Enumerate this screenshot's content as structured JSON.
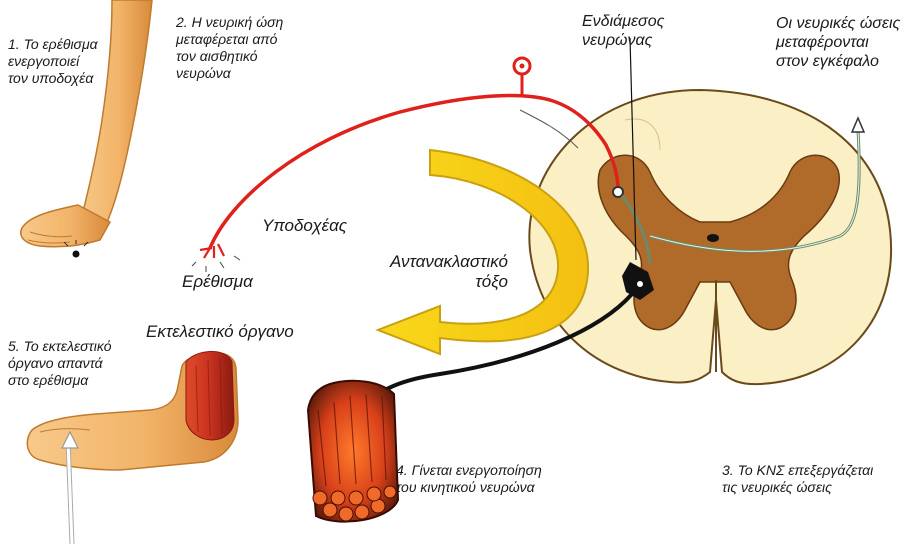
{
  "steps": {
    "step1": [
      "1. Το ερέθισμα",
      "ενεργοποιεί",
      "τον υποδοχέα"
    ],
    "step2": [
      "2. Η νευρική ώση",
      "μεταφέρεται από",
      "τον αισθητικό",
      "νευρώνα"
    ],
    "step3": [
      "3. Το ΚΝΣ επεξεργάζεται",
      "τις νευρικές ώσεις"
    ],
    "step4": [
      "4. Γίνεται ενεργοποίηση",
      "του κινητικού νευρώνα"
    ],
    "step5": [
      "5. Το εκτελεστικό",
      "όργανο απαντά",
      "στο ερέθισμα"
    ]
  },
  "labels": {
    "interneuron": [
      "Ενδιάμεσος",
      "νευρώνας"
    ],
    "to_brain": [
      "Οι νευρικές ώσεις",
      "μεταφέρονται",
      "στον εγκέφαλο"
    ],
    "receptor": "Υποδοχέας",
    "stimulus": "Ερέθισμα",
    "reflex_arc": [
      "Αντανακλαστικό",
      "τόξο"
    ],
    "effector": "Εκτελεστικό όργανο"
  },
  "colors": {
    "sensory_neuron": "#e0201a",
    "motor_neuron": "#1a1a1a",
    "interneuron": "#6b8a6b",
    "reflex_arrow": "#f4d21c",
    "white_matter": "#fbefc6",
    "grey_matter": "#b06a2a",
    "skin": "#f2b469",
    "muscle": "#c8321e"
  }
}
